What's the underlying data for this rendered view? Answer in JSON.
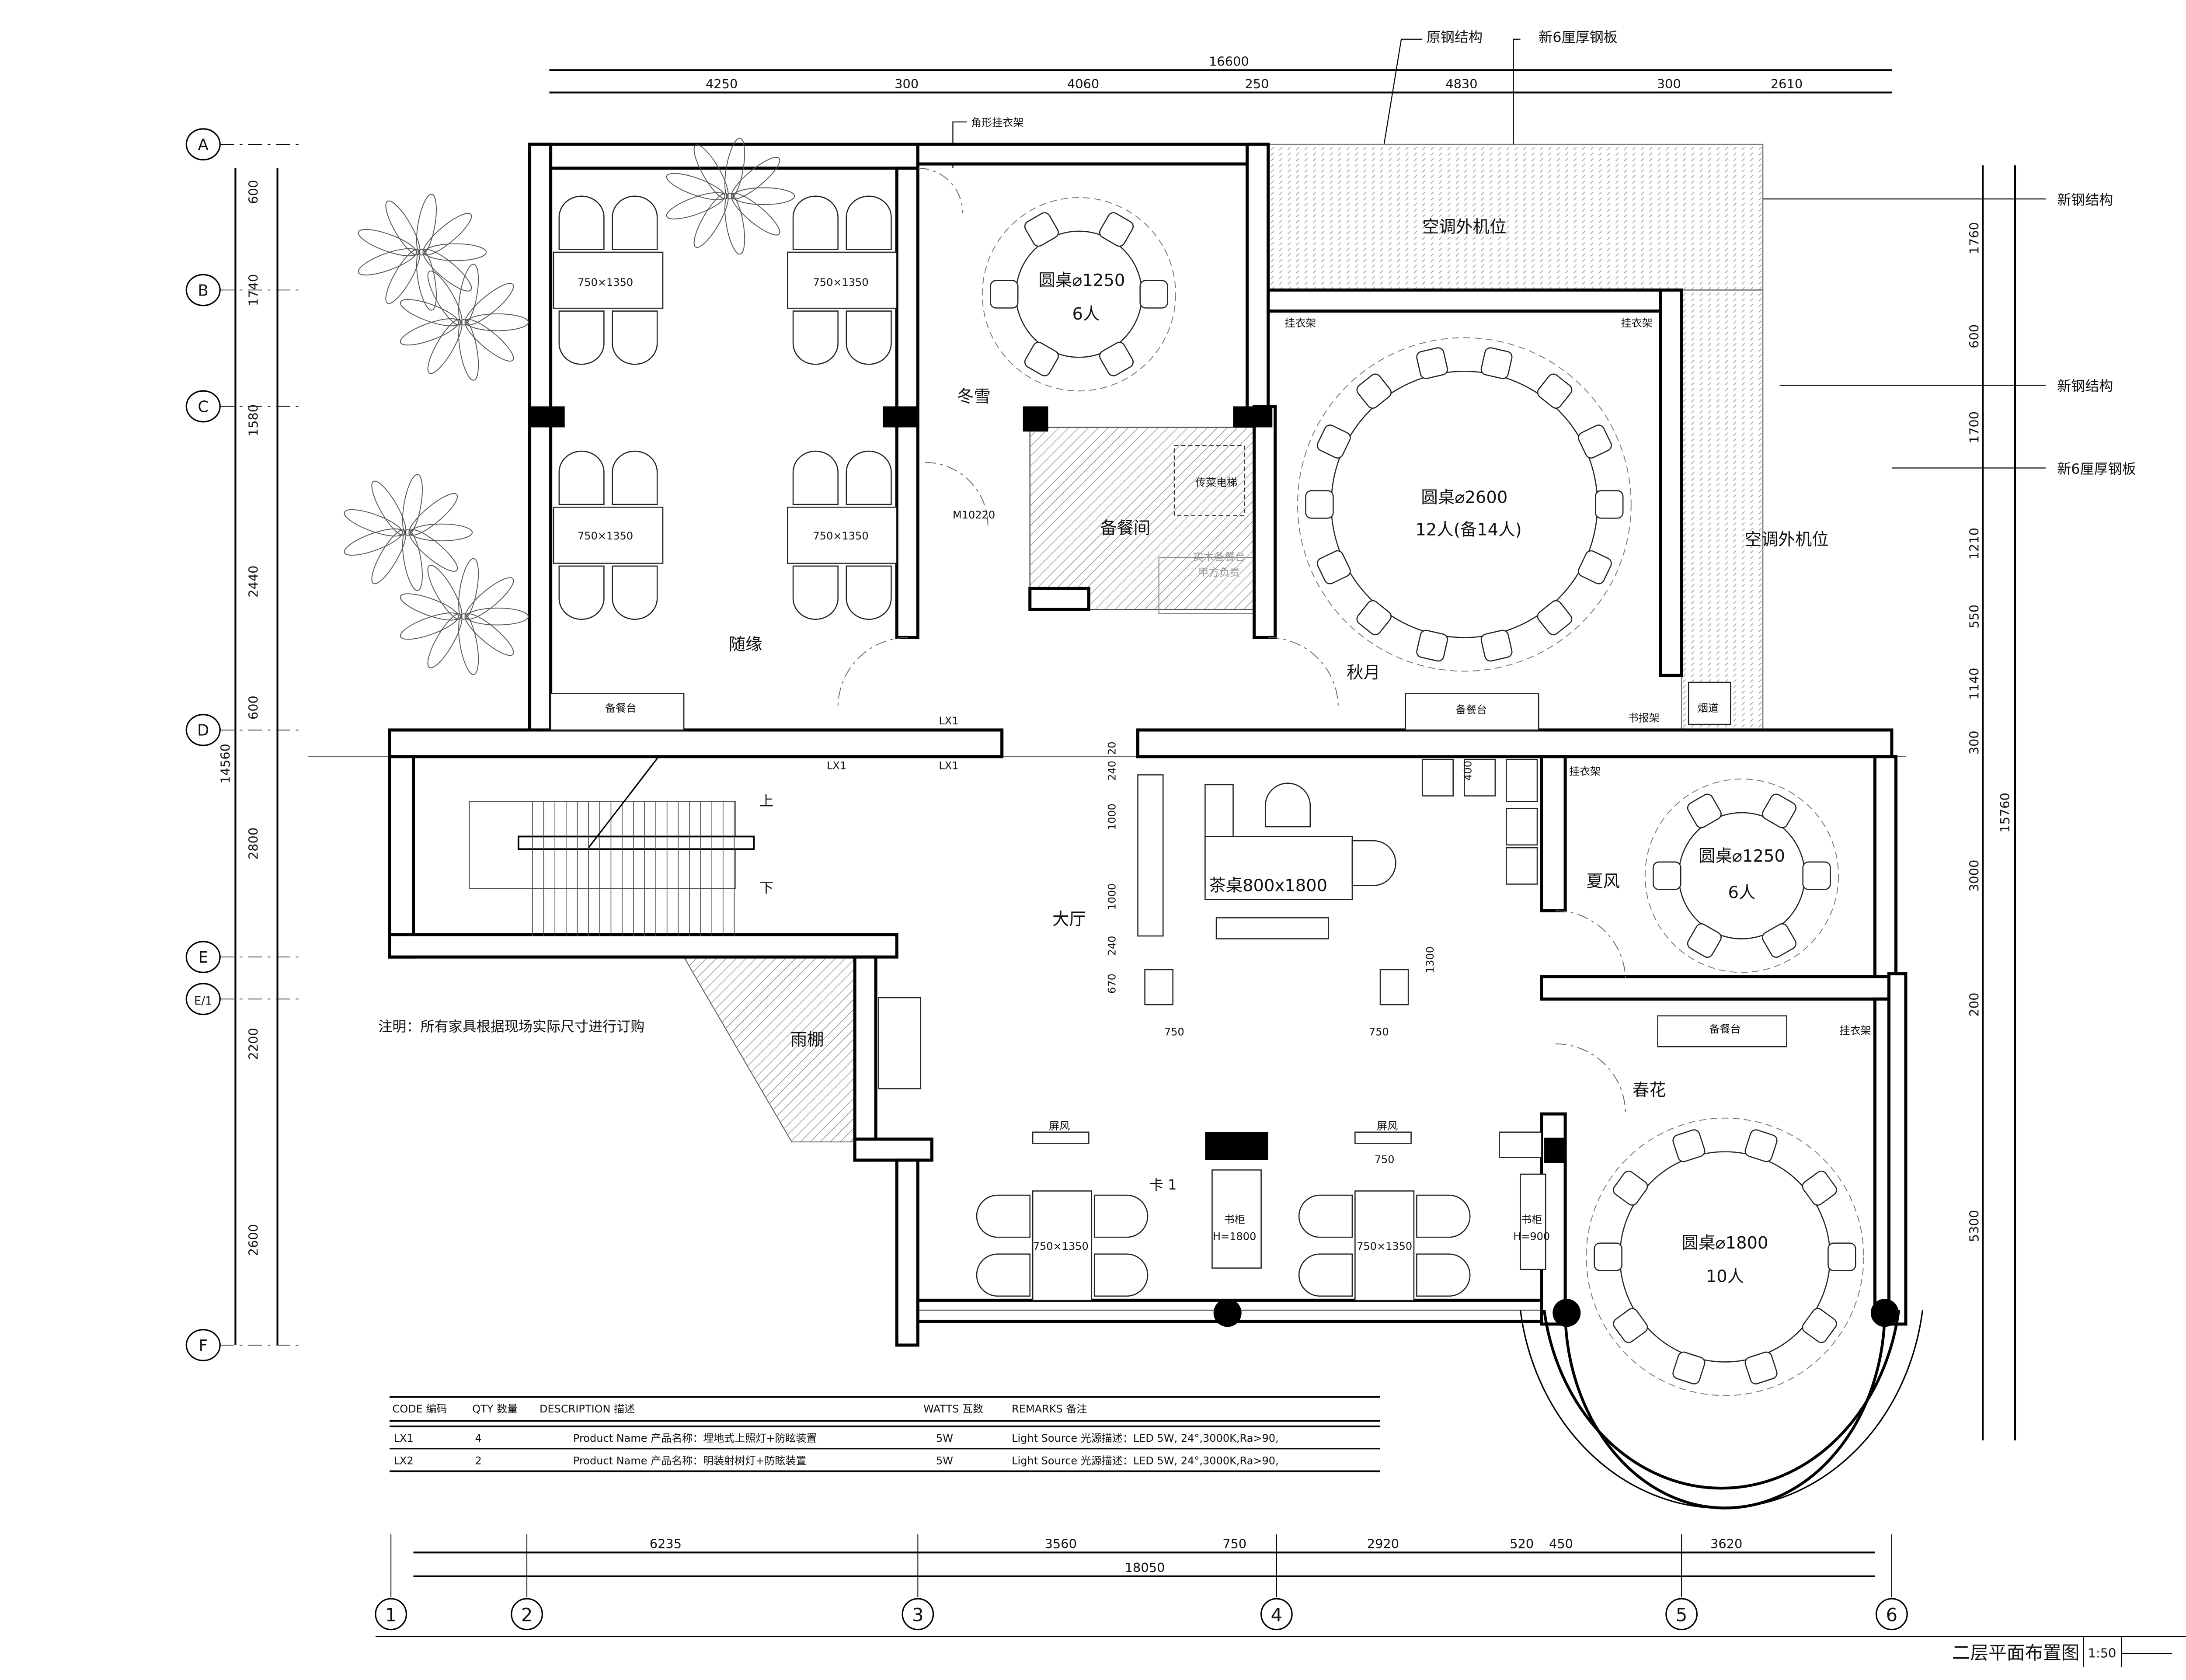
{
  "title": "二层平面布置图",
  "scale": "1:50",
  "grid_rows": [
    "A",
    "B",
    "C",
    "D",
    "E",
    "E/1",
    "F"
  ],
  "grid_cols": [
    "1",
    "2",
    "3",
    "4",
    "5",
    "6"
  ],
  "dims_top": {
    "total": "16600",
    "segments": [
      "4250",
      "300",
      "4060",
      "250",
      "4830",
      "300",
      "2610"
    ]
  },
  "dims_left": {
    "total": "14560",
    "segments": [
      "600",
      "1740",
      "1580",
      "2440",
      "600",
      "2800",
      "2200",
      "2600"
    ]
  },
  "dims_right": {
    "total": "15760",
    "segments": [
      "1760",
      "600",
      "1700",
      "1210",
      "550",
      "1140",
      "300",
      "3000",
      "200",
      "5300"
    ]
  },
  "dims_bottom": {
    "total": "18050",
    "segments": [
      "6235",
      "3560",
      "750",
      "2920",
      "520",
      "450",
      "3620"
    ]
  },
  "annotations": {
    "orig_steel": "原钢结构",
    "new_plate_top": "新6厘厚钢板",
    "corner_rack": "角形挂衣架",
    "new_steel_1": "新钢结构",
    "new_steel_2": "新钢结构",
    "new_plate_right": "新6厘厚钢板",
    "ac_unit_1": "空调外机位",
    "ac_unit_2": "空调外机位",
    "note": "注明：所有家具根据现场实际尺寸进行订购"
  },
  "rooms": {
    "suiyuan": {
      "name": "随缘",
      "tables": [
        "750×1350",
        "750×1350",
        "750×1350",
        "750×1350"
      ],
      "counter": "备餐台"
    },
    "dongxue": {
      "name": "冬雪",
      "table": "圆桌⌀1250",
      "seats": "6人"
    },
    "pantry": {
      "name": "备餐间",
      "door": "M10220",
      "lift": "传菜电梯",
      "counter_1": "实木备餐台",
      "counter_2": "甲方负责"
    },
    "qiuyue": {
      "name": "秋月",
      "table": "圆桌⌀2600",
      "seats": "12人(备14人)",
      "rack_1": "挂衣架",
      "rack_2": "挂衣架",
      "counter": "备餐台",
      "magazine": "书报架",
      "flue": "烟道"
    },
    "stair": {
      "up": "上",
      "down": "下",
      "lights": [
        "LX1",
        "LX1",
        "LX1"
      ]
    },
    "hall": {
      "name": "大厅",
      "tea_table": "茶桌800x1800",
      "dims": [
        "400",
        "240",
        "20",
        "1000",
        "1000",
        "240",
        "670",
        "750",
        "750",
        "1300"
      ]
    },
    "xiafeng": {
      "name": "夏风",
      "rack": "挂衣架",
      "table": "圆桌⌀1250",
      "seats": "6人"
    },
    "canopy": {
      "name": "雨棚"
    },
    "chunhua": {
      "name": "春花",
      "counter": "备餐台",
      "rack": "挂衣架",
      "table": "圆桌⌀1800",
      "seats": "10人"
    },
    "card": {
      "name": "卡 1",
      "screen_1": "屏风",
      "screen_2": "屏风",
      "dim": "750",
      "tables": [
        "750×1350",
        "750×1350"
      ],
      "cabinet_1": "书柜",
      "cabinet_1_h": "H=1800",
      "cabinet_2": "书柜",
      "cabinet_2_h": "H=900"
    }
  },
  "legend": {
    "headers": [
      "CODE 编码",
      "QTY 数量",
      "DESCRIPTION 描述",
      "WATTS 瓦数",
      "REMARKS 备注"
    ],
    "rows": [
      {
        "code": "LX1",
        "qty": "4",
        "desc": "Product Name 产品名称：埋地式上照灯+防眩装置",
        "watts": "5W",
        "remarks": "Light Source 光源描述：LED 5W, 24°,3000K,Ra>90,"
      },
      {
        "code": "LX2",
        "qty": "2",
        "desc": "Product Name 产品名称：明装射树灯+防眩装置",
        "watts": "5W",
        "remarks": "Light Source 光源描述：LED 5W, 24°,3000K,Ra>90,"
      }
    ]
  }
}
